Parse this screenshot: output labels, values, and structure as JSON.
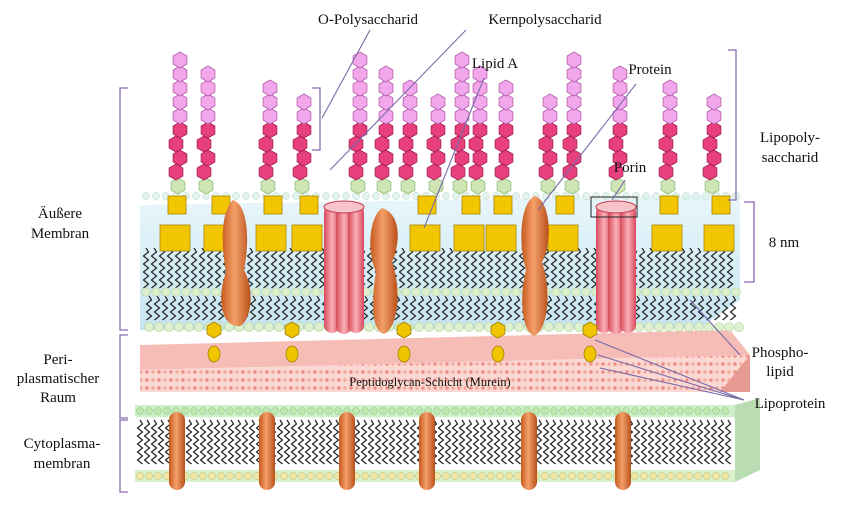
{
  "labels": {
    "o_polysaccharid": "O-Polysaccharid",
    "kernpolysaccharid": "Kernpolysaccharid",
    "lipid_a": "Lipid A",
    "protein": "Protein",
    "porin": "Porin",
    "lipopolysaccharid_line1": "Lipopoly-",
    "lipopolysaccharid_line2": "saccharid",
    "aeussere_line1": "Äußere",
    "aeussere_line2": "Membran",
    "thickness": "8 nm",
    "periplasma_line1": "Peri-",
    "periplasma_line2": "plasmatischer",
    "periplasma_line3": "Raum",
    "phospholipid_line1": "Phospho-",
    "phospholipid_line2": "lipid",
    "lipoprotein": "Lipoprotein",
    "peptidoglycan": "Peptidoglycan-Schicht (Murein)",
    "cytoplasma_line1": "Cytoplasma-",
    "cytoplasma_line2": "membran"
  },
  "colors": {
    "o_chain": "#f2a6ec",
    "core_chain": "#e8407c",
    "core_link": "#cfe6b4",
    "lipid_a_block": "#f2c600",
    "protein": "#e8803a",
    "porin": "#f07a86",
    "phospholipid_head": "#dff0cf",
    "peptidoglycan": "#f8c7c2",
    "lipoprotein": "#f0c400",
    "lipid_tail": "#222222"
  }
}
